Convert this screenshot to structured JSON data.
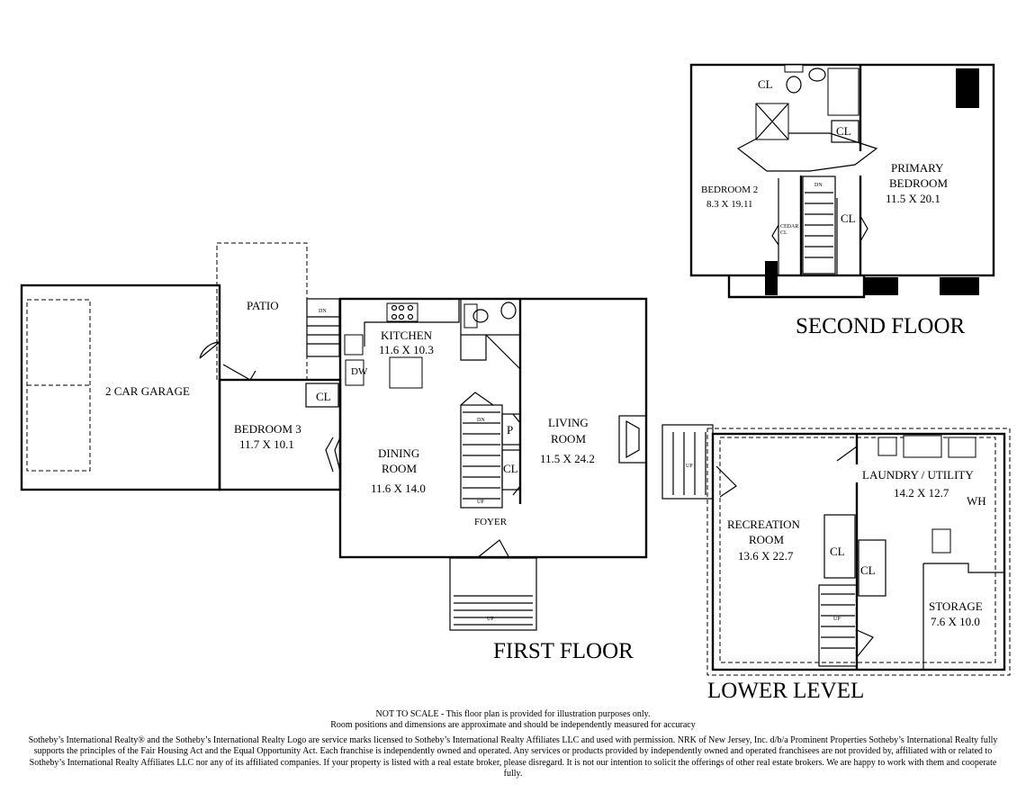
{
  "floors": {
    "first": "FIRST FLOOR",
    "second": "SECOND FLOOR",
    "lower": "LOWER LEVEL"
  },
  "rooms": {
    "garage": "2 CAR GARAGE",
    "patio": "PATIO",
    "bedroom3": {
      "name": "BEDROOM 3",
      "size": "11.7 X 10.1"
    },
    "kitchen": {
      "name": "KITCHEN",
      "size": "11.6 X 10.3"
    },
    "dining": {
      "name1": "DINING",
      "name2": "ROOM",
      "size": "11.6 X 14.0"
    },
    "living": {
      "name1": "LIVING",
      "name2": "ROOM",
      "size": "11.5 X 24.2"
    },
    "foyer": "FOYER",
    "bedroom2": {
      "name": "BEDROOM 2",
      "size": "8.3 X 19.11"
    },
    "primary": {
      "name1": "PRIMARY",
      "name2": "BEDROOM",
      "size": "11.5 X 20.1"
    },
    "recreation": {
      "name1": "RECREATION",
      "name2": "ROOM",
      "size": "13.6 X 22.7"
    },
    "laundry": {
      "name": "LAUNDRY / UTILITY",
      "size": "14.2 X 12.7"
    },
    "storage": {
      "name": "STORAGE",
      "size": "7.6 X 10.0"
    }
  },
  "labels": {
    "closet": "CL",
    "pantry": "P",
    "dishwasher": "DW",
    "water_heater": "WH",
    "down": "DN",
    "up": "UP",
    "cedar1": "CEDAR",
    "cedar2": "CL"
  },
  "disclaimer": {
    "line1": "NOT TO SCALE - This floor plan is provided for illustration purposes only.",
    "line2": "Room positions and dimensions are approximate and should be independently measured for accuracy",
    "legal": "Sotheby’s International Realty® and the Sotheby’s International Realty Logo are service marks licensed to Sotheby’s International Realty Affiliates LLC and used with permission. NRK of New Jersey, Inc. d/b/a Prominent Properties Sotheby’s International Realty fully supports the principles of the Fair Housing Act and the Equal Opportunity Act. Each franchise is independently owned and operated. Any services or products provided by independently owned and operated franchisees are not provided by, affiliated with or related to Sotheby’s International Realty Affiliates LLC nor any of its affiliated companies. If your property is listed with a real estate broker, please disregard. It is not our intention to solicit the offerings of other real estate brokers. We are happy to work with them and cooperate fully."
  }
}
